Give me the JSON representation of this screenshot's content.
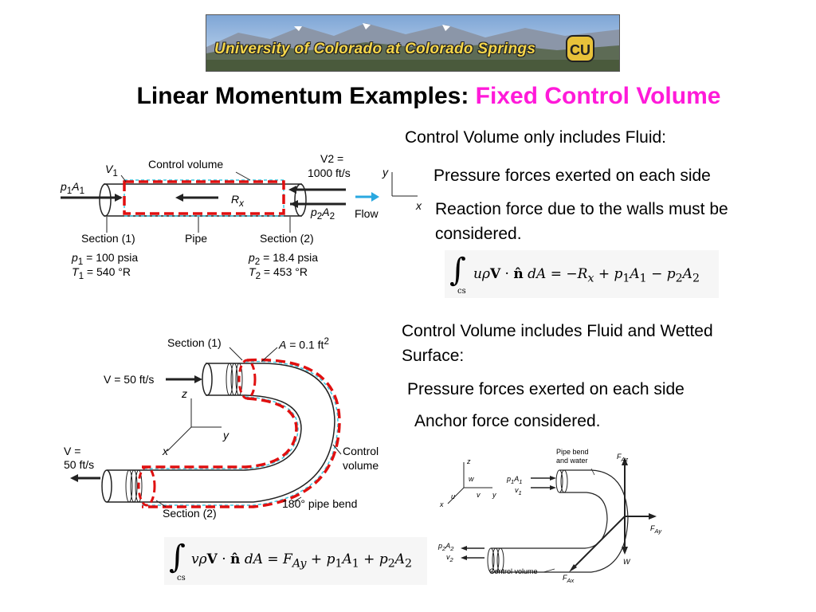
{
  "header": {
    "banner_text": "University of Colorado at Colorado Springs",
    "logo_text": "CU"
  },
  "title": {
    "main": "Linear Momentum Examples:",
    "accent": "Fixed Control Volume",
    "accent_color": "#ff1ad9"
  },
  "section1": {
    "heading": "Control Volume only includes Fluid:",
    "bullets": [
      "Pressure forces exerted on each side",
      "Reaction force due to the walls must be",
      "considered."
    ],
    "equation": "∫cs uρV · n̂ dA = −Rx + p1A1 − p2A2"
  },
  "section2": {
    "heading_line1": "Control Volume includes Fluid and Wetted",
    "heading_line2": "Surface:",
    "bullets": [
      "Pressure forces exerted on each side",
      "Anchor force considered."
    ],
    "equation": "∫cs vρV · n̂ dA = FAy + p1A1 + p2A2"
  },
  "diagram1": {
    "v1": "V1",
    "p1a1": "p1A1",
    "control_volume": "Control volume",
    "v2_line1": "V2 =",
    "v2_line2": "1000 ft/s",
    "rx": "Rx",
    "p2a2": "p2A2",
    "flow": "Flow",
    "section1": "Section (1)",
    "pipe": "Pipe",
    "section2": "Section (2)",
    "p1": "p1 = 100 psia",
    "t1": "T1 = 540 °R",
    "p2": "p2 = 18.4 psia",
    "t2": "T2 = 453 °R",
    "axis_y": "y",
    "axis_x": "x"
  },
  "diagram2": {
    "section1": "Section (1)",
    "area": "A = 0.1 ft2",
    "v_in": "V = 50 ft/s",
    "v_out_line1": "V =",
    "v_out_line2": "50 ft/s",
    "axis_z": "z",
    "axis_y": "y",
    "axis_x": "x",
    "control_line1": "Control",
    "control_line2": "volume",
    "pipe_bend": "180° pipe bend",
    "section2": "Section (2)"
  },
  "diagram3": {
    "pipe_bend_line1": "Pipe bend",
    "pipe_bend_line2": "and water",
    "faz": "FAz",
    "fay": "FAy",
    "fax": "FAx",
    "w": "W",
    "p1a1": "p1A1",
    "v1": "v1",
    "p2a2": "p2A2",
    "v2": "v2",
    "control_volume": "Control volume",
    "axis_z": "z",
    "axis_w": "w",
    "axis_u": "u",
    "axis_v": "v",
    "axis_y": "y",
    "axis_x": "x"
  },
  "colors": {
    "dashed_red": "#e01010",
    "dashed_cyan": "#3cc8e0",
    "flow_arrow": "#2aa8e0"
  }
}
